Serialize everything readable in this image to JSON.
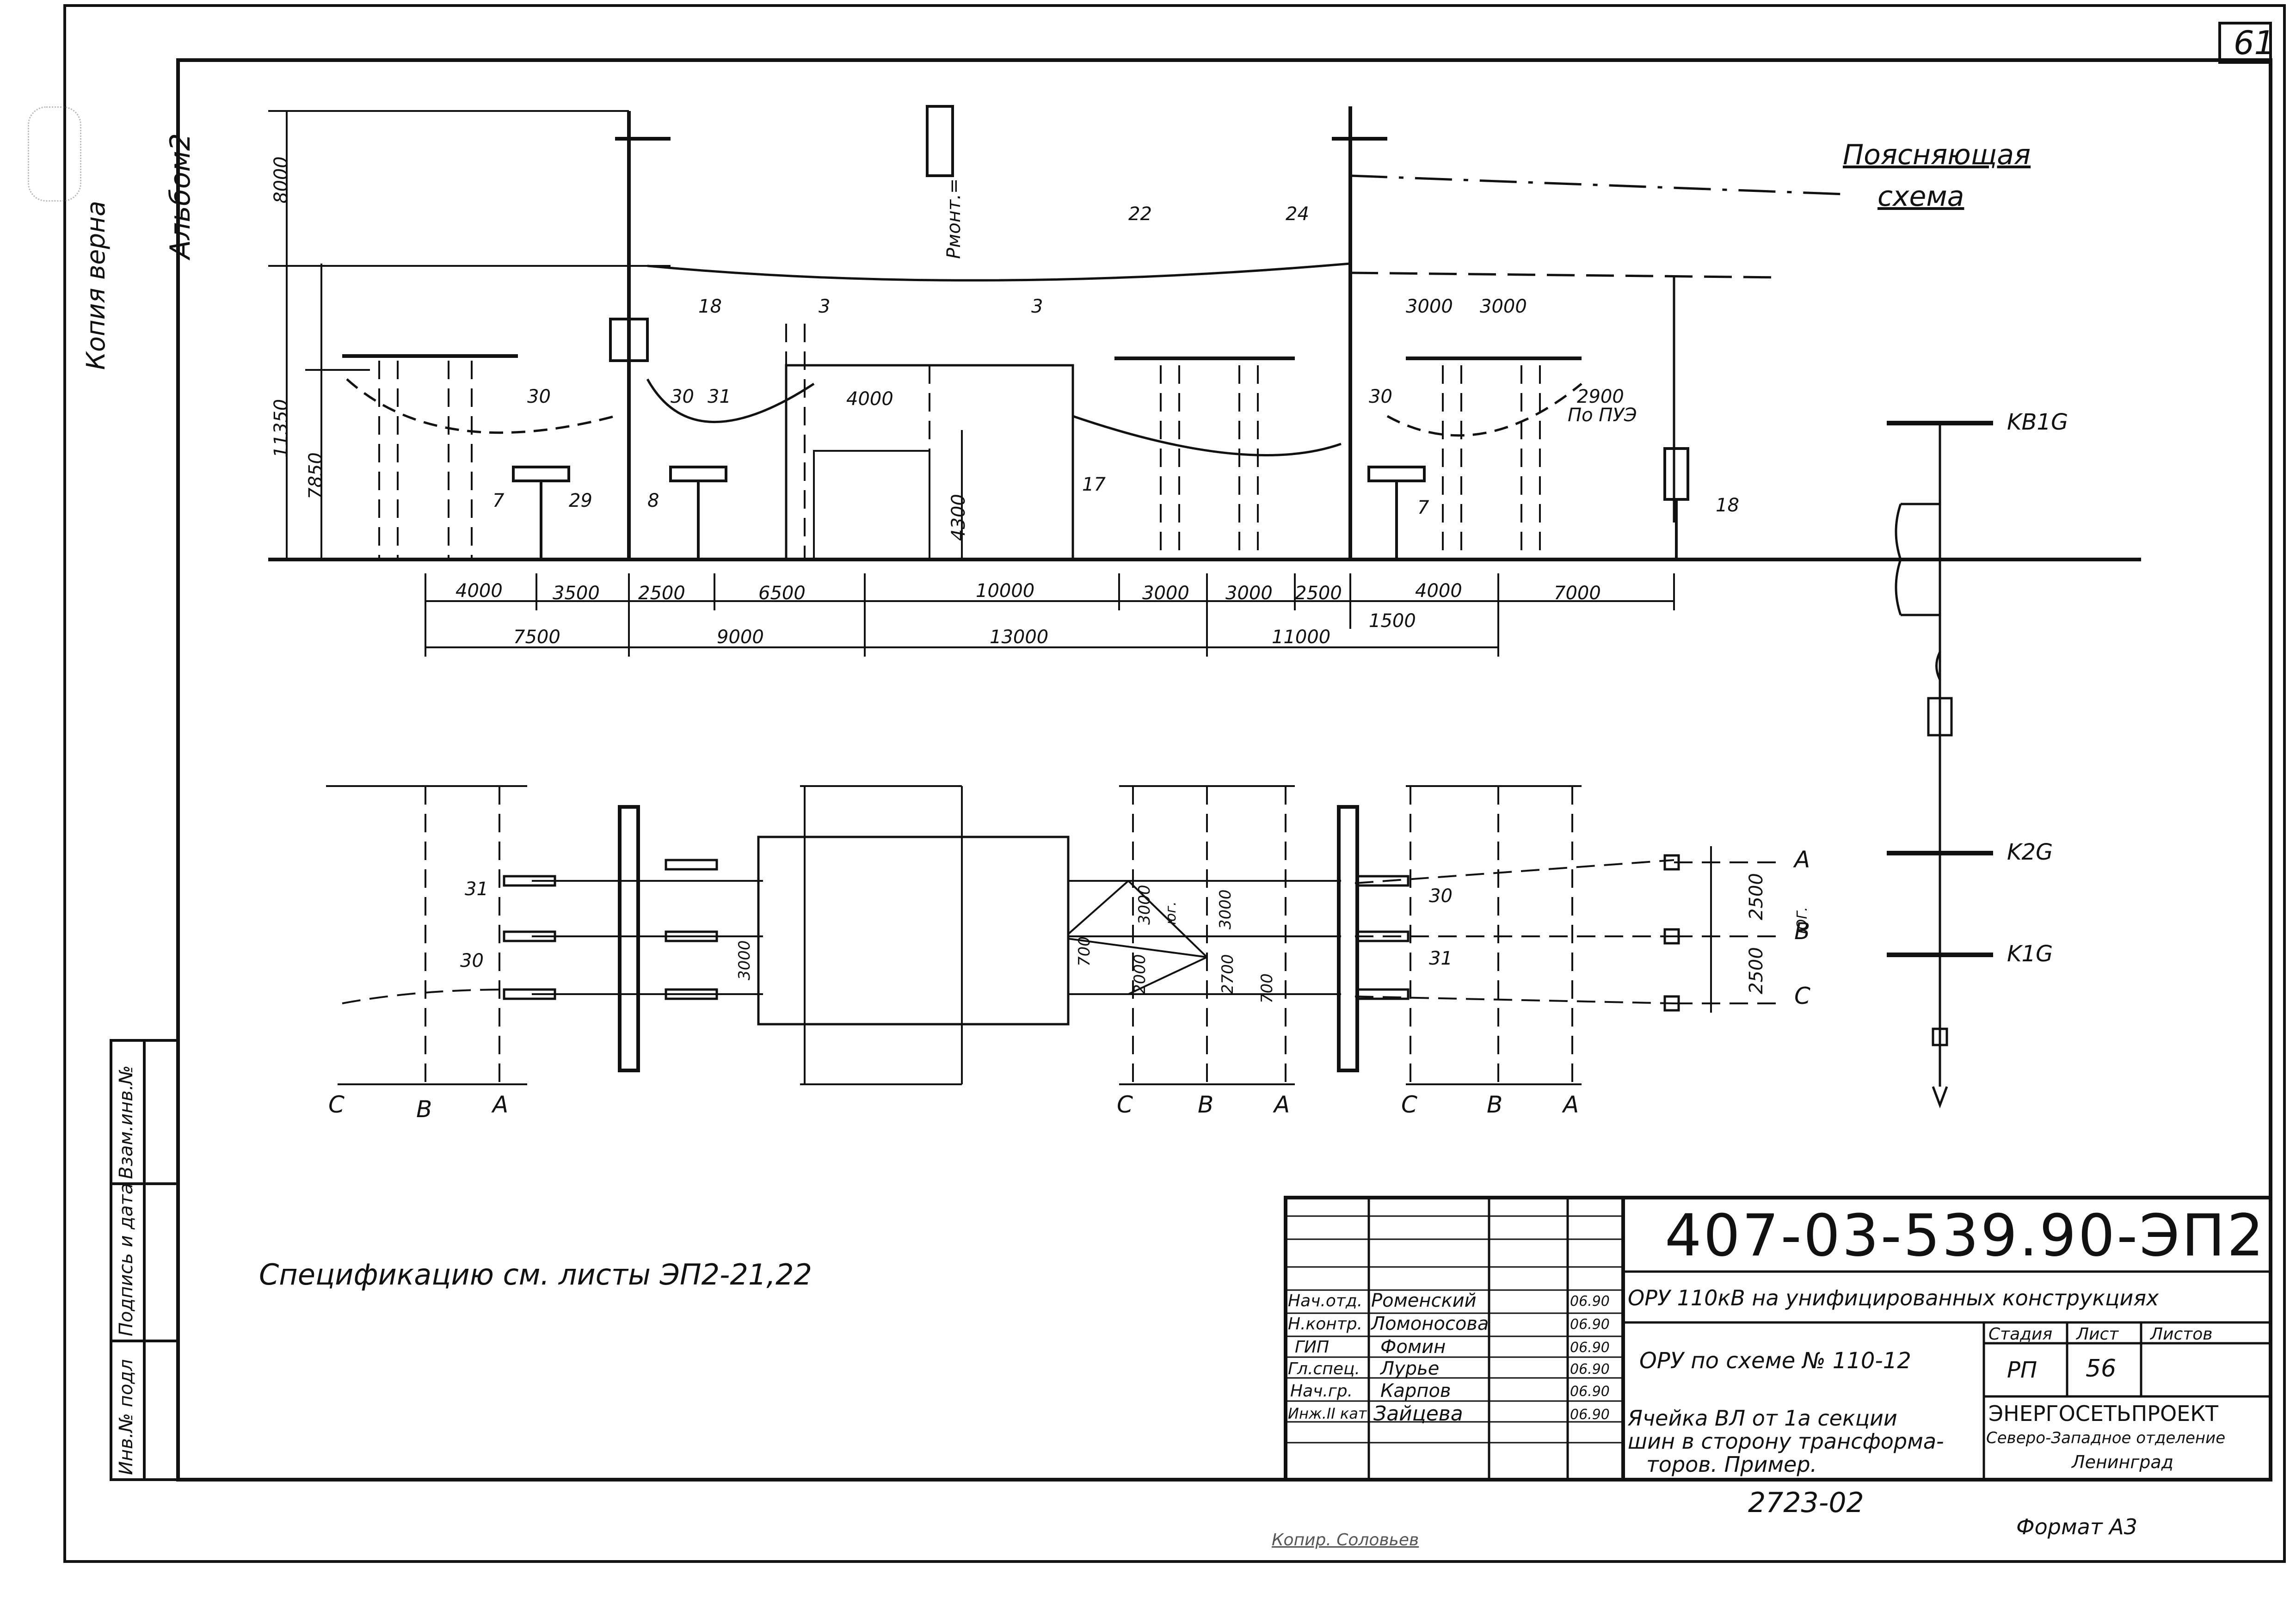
{
  "sheet_number": "61",
  "album": "Альбом2",
  "copy_certified": "Копия верна",
  "side_stamp": {
    "inv_number": "Инв.№ подл",
    "signature_date": "Подпись и дата",
    "replaced_inv": "Взам.инв.№"
  },
  "explanatory": {
    "line1": "Поясняющая",
    "line2": "схема"
  },
  "spec_note": "Спецификацию см. листы ЭП2-21,22",
  "elevation": {
    "heights": [
      "8000",
      "11350",
      "7850",
      "4300"
    ],
    "install_label": "Рмонт.=",
    "part_labels": [
      "22",
      "24",
      "18",
      "3",
      "3",
      "30",
      "30",
      "31",
      "30",
      "29",
      "7",
      "8",
      "17",
      "7",
      "18"
    ],
    "spans_top": [
      "3000",
      "3000"
    ],
    "span_inner": "4000",
    "clearance": {
      "value": "2900",
      "note": "По ПУЭ"
    },
    "dims_row1": [
      "4000",
      "3500",
      "2500",
      "6500",
      "10000",
      "3000",
      "3000",
      "2500",
      "4000",
      "7000"
    ],
    "dims_row2": [
      "7500",
      "9000",
      "13000",
      "11000"
    ],
    "dim_small": "1500"
  },
  "plan": {
    "labels": [
      "31",
      "30",
      "30",
      "31"
    ],
    "phases_right": [
      "A",
      "B",
      "C"
    ],
    "phases_bottom": [
      "C",
      "B",
      "A",
      "C",
      "B",
      "A",
      "C",
      "B",
      "A"
    ],
    "dims": [
      "3000",
      "3000",
      "700",
      "700",
      "2000",
      "2700",
      "2500",
      "2500",
      "3000"
    ],
    "small_tags": [
      "юг.",
      "ЮГ."
    ]
  },
  "scheme": {
    "k1": "KB1G",
    "k2": "K2G",
    "k3": "K1G"
  },
  "title_block": {
    "code": "407-03-539.90-ЭП2",
    "project": "ОРУ 110кВ на унифицированных конструкциях",
    "scheme": "ОРУ по схеме № 110-12",
    "sheet_title_1": "Ячейка ВЛ от 1а секции",
    "sheet_title_2": "шин в сторону трансформа-",
    "sheet_title_3": "торов. Пример.",
    "stage_h": "Стадия",
    "sheet_h": "Лист",
    "sheets_h": "Листов",
    "stage": "РП",
    "sheet": "56",
    "org_1": "ЭНЕРГОСЕТЬПРОЕКТ",
    "org_2": "Северо-Западное отделение",
    "org_3": "Ленинград",
    "staff": [
      {
        "role": "Нач.отд.",
        "name": "Роменский",
        "date": "06.90"
      },
      {
        "role": "Н.контр.",
        "name": "Ломоносова",
        "date": "06.90"
      },
      {
        "role": "ГИП",
        "name": "Фомин",
        "date": "06.90"
      },
      {
        "role": "Гл.спец.",
        "name": "Лурье",
        "date": "06.90"
      },
      {
        "role": "Нач.гр.",
        "name": "Карпов",
        "date": "06.90"
      },
      {
        "role": "Инж.II кат.",
        "name": "Зайцева",
        "date": "06.90"
      }
    ]
  },
  "bottom_code": "2723-02",
  "format": "Формат А3",
  "copied": "Копир. Соловьев"
}
